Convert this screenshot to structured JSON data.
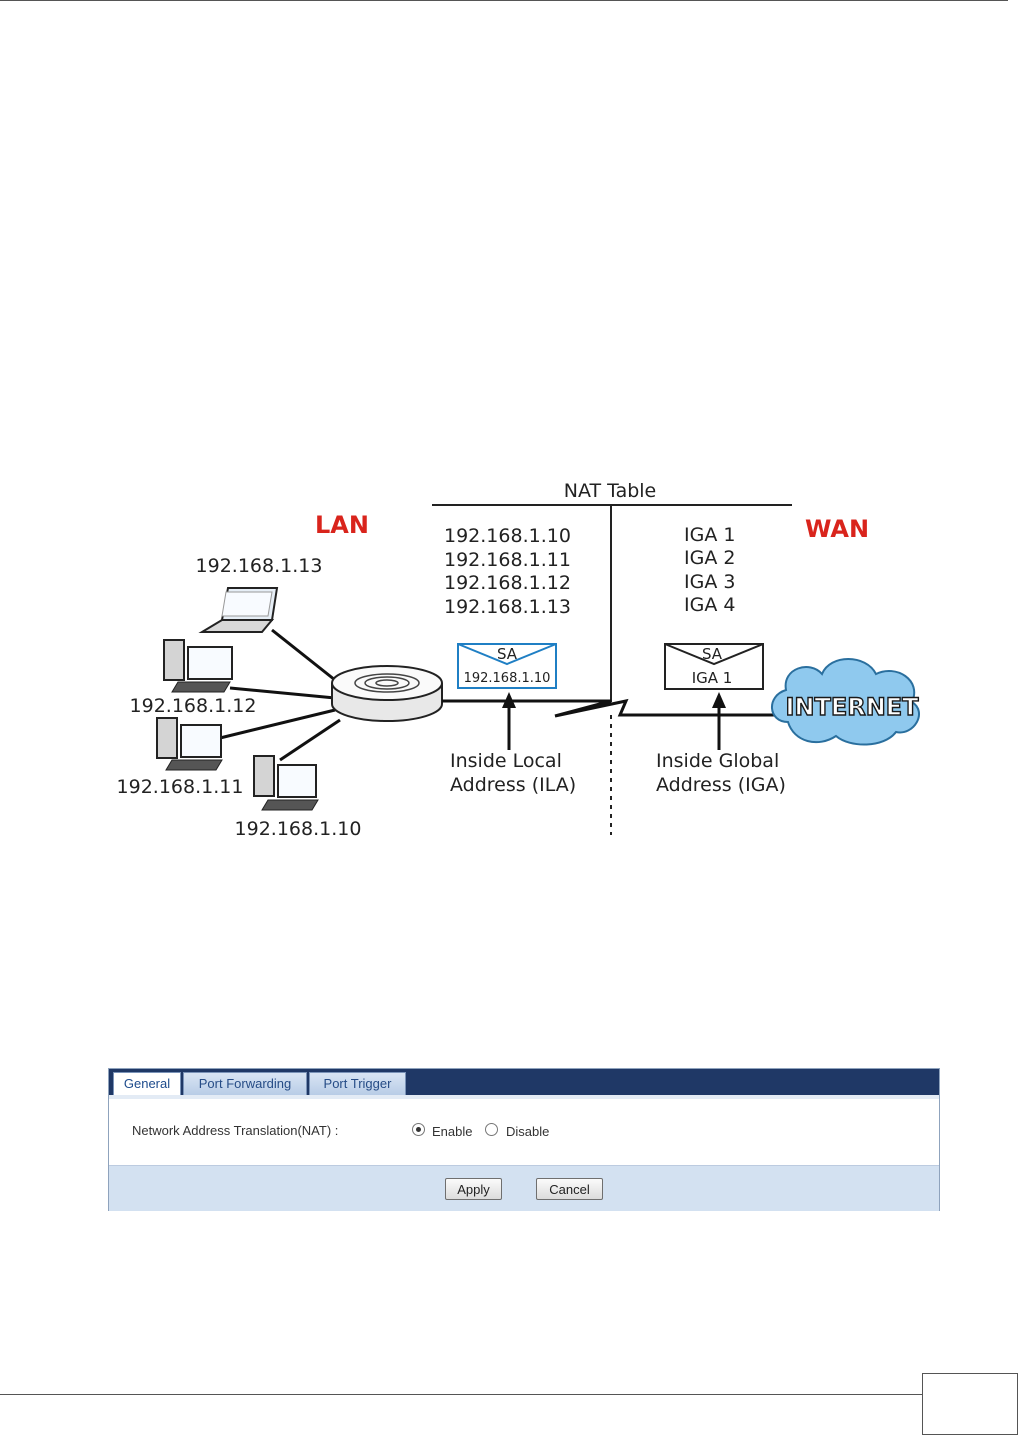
{
  "diagram": {
    "nat_table_title": "NAT Table",
    "lan_label": "LAN",
    "wan_label": "WAN",
    "lan_color": "#d9241c",
    "wan_color": "#d9241c",
    "ila_entries": [
      "192.168.1.10",
      "192.168.1.11",
      "192.168.1.12",
      "192.168.1.13"
    ],
    "iga_entries": [
      "IGA 1",
      "IGA 2",
      "IGA 3",
      "IGA 4"
    ],
    "hosts": [
      "192.168.1.13",
      "192.168.1.12",
      "192.168.1.11",
      "192.168.1.10"
    ],
    "packet_local": {
      "header": "SA",
      "address": "192.168.1.10",
      "color": "#1f7fc4"
    },
    "packet_global": {
      "header": "SA",
      "address": "IGA 1"
    },
    "ila_caption": [
      "Inside Local",
      "Address (ILA)"
    ],
    "iga_caption": [
      "Inside Global",
      "Address (IGA)"
    ],
    "internet_label": "INTERNET",
    "cloud_color": "#8fc9ee"
  },
  "ui": {
    "tabs": [
      "General",
      "Port Forwarding",
      "Port Trigger"
    ],
    "nat_label": "Network Address Translation(NAT) :",
    "enable_label": "Enable",
    "disable_label": "Disable",
    "apply_label": "Apply",
    "cancel_label": "Cancel"
  }
}
